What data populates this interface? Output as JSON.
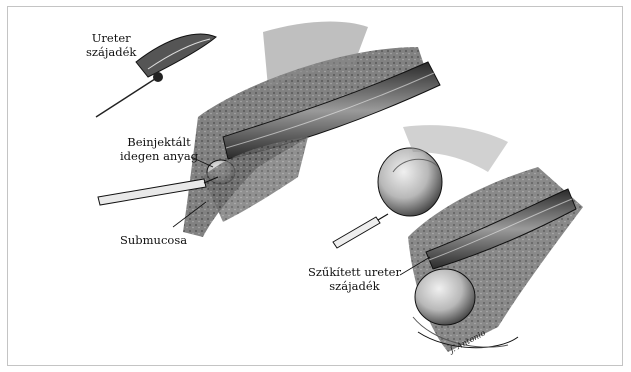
{
  "labels": {
    "ureter_orifice": [
      "Ureter",
      "szájadék"
    ],
    "injected_material": [
      "Beinjektált",
      "idegen anyag"
    ],
    "submucosa": "Submucosa",
    "narrowed_orifice": [
      "Szűkített ureter",
      "szájadék"
    ]
  },
  "signature": "J. Antonio"
}
